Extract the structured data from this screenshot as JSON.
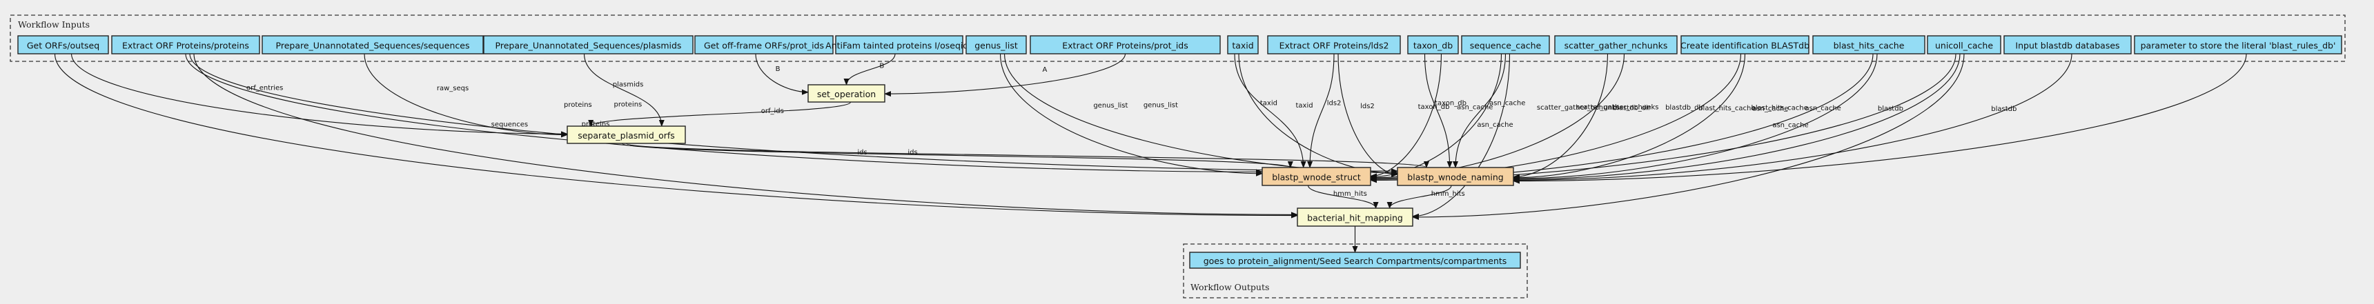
{
  "clusters": {
    "inputs_label": "Workflow Inputs",
    "outputs_label": "Workflow Outputs"
  },
  "inputs": [
    {
      "id": "get_orfs_outseq",
      "label": "Get ORFs/outseq"
    },
    {
      "id": "extract_orf_proteins",
      "label": "Extract ORF Proteins/proteins"
    },
    {
      "id": "prep_sequences",
      "label": "Prepare_Unannotated_Sequences/sequences"
    },
    {
      "id": "prep_plasmids",
      "label": "Prepare_Unannotated_Sequences/plasmids"
    },
    {
      "id": "offframe_prot_ids",
      "label": "Get off-frame ORFs/prot_ids"
    },
    {
      "id": "antifam_oseqids",
      "label": "AntiFam tainted proteins I/oseqids"
    },
    {
      "id": "genus_list",
      "label": "genus_list"
    },
    {
      "id": "extract_prot_ids",
      "label": "Extract ORF Proteins/prot_ids"
    },
    {
      "id": "taxid",
      "label": "taxid"
    },
    {
      "id": "extract_lds2",
      "label": "Extract ORF Proteins/lds2"
    },
    {
      "id": "taxon_db",
      "label": "taxon_db"
    },
    {
      "id": "sequence_cache",
      "label": "sequence_cache"
    },
    {
      "id": "scatter_gather_nchunks",
      "label": "scatter_gather_nchunks"
    },
    {
      "id": "create_blastdb",
      "label": "Create identification BLASTdb"
    },
    {
      "id": "blast_hits_cache",
      "label": "blast_hits_cache"
    },
    {
      "id": "unicoll_cache",
      "label": "unicoll_cache"
    },
    {
      "id": "input_blastdb",
      "label": "Input blastdb databases"
    },
    {
      "id": "blast_rules_param",
      "label": "parameter to store the literal 'blast_rules_db'"
    }
  ],
  "steps": [
    {
      "id": "set_operation",
      "label": "set_operation",
      "kind": "step"
    },
    {
      "id": "separate_plasmid_orfs",
      "label": "separate_plasmid_orfs",
      "kind": "step"
    },
    {
      "id": "blastp_wnode_struct",
      "label": "blastp_wnode_struct",
      "kind": "subworkflow"
    },
    {
      "id": "blastp_wnode_naming",
      "label": "blastp_wnode_naming",
      "kind": "subworkflow"
    },
    {
      "id": "bacterial_hit_mapping",
      "label": "bacterial_hit_mapping",
      "kind": "step"
    }
  ],
  "outputs": [
    {
      "id": "out_compartments",
      "label": "goes to protein_alignment/Seed Search Compartments/compartments"
    }
  ],
  "edges": [
    {
      "from": "offframe_prot_ids",
      "to": "set_operation",
      "label": "B"
    },
    {
      "from": "antifam_oseqids",
      "to": "set_operation",
      "label": "B"
    },
    {
      "from": "extract_prot_ids",
      "to": "set_operation",
      "label": "A"
    },
    {
      "from": "set_operation",
      "to": "separate_plasmid_orfs",
      "label": "orf_ids"
    },
    {
      "from": "get_orfs_outseq",
      "to": "separate_plasmid_orfs",
      "label": "orf_entries"
    },
    {
      "from": "prep_sequences",
      "to": "separate_plasmid_orfs",
      "label": "raw_seqs"
    },
    {
      "from": "prep_plasmids",
      "to": "separate_plasmid_orfs",
      "label": "plasmids"
    },
    {
      "from": "extract_orf_proteins",
      "to": "blastp_wnode_struct",
      "label": "proteins"
    },
    {
      "from": "extract_orf_proteins",
      "to": "blastp_wnode_naming",
      "label": "proteins"
    },
    {
      "from": "extract_orf_proteins",
      "to": "bacterial_hit_mapping",
      "label": "proteins"
    },
    {
      "from": "get_orfs_outseq",
      "to": "bacterial_hit_mapping",
      "label": "sequences"
    },
    {
      "from": "separate_plasmid_orfs",
      "to": "blastp_wnode_struct",
      "label": "ids"
    },
    {
      "from": "separate_plasmid_orfs",
      "to": "blastp_wnode_naming",
      "label": "ids"
    },
    {
      "from": "genus_list",
      "to": "blastp_wnode_struct",
      "label": "genus_list"
    },
    {
      "from": "genus_list",
      "to": "blastp_wnode_naming",
      "label": "genus_list"
    },
    {
      "from": "taxid",
      "to": "blastp_wnode_struct",
      "label": "taxid"
    },
    {
      "from": "taxid",
      "to": "blastp_wnode_naming",
      "label": "taxid"
    },
    {
      "from": "extract_lds2",
      "to": "blastp_wnode_struct",
      "label": "lds2"
    },
    {
      "from": "extract_lds2",
      "to": "blastp_wnode_naming",
      "label": "lds2"
    },
    {
      "from": "taxon_db",
      "to": "blastp_wnode_struct",
      "label": "taxon_db"
    },
    {
      "from": "taxon_db",
      "to": "blastp_wnode_naming",
      "label": "taxon_db"
    },
    {
      "from": "sequence_cache",
      "to": "blastp_wnode_struct",
      "label": "asn_cache"
    },
    {
      "from": "sequence_cache",
      "to": "blastp_wnode_naming",
      "label": "asn_cache"
    },
    {
      "from": "sequence_cache",
      "to": "bacterial_hit_mapping",
      "label": "asn_cache"
    },
    {
      "from": "scatter_gather_nchunks",
      "to": "blastp_wnode_struct",
      "label": "scatter_gather_nchunks"
    },
    {
      "from": "scatter_gather_nchunks",
      "to": "blastp_wnode_naming",
      "label": "scatter_gather_nchunks"
    },
    {
      "from": "create_blastdb",
      "to": "blastp_wnode_struct",
      "label": "blastdb_dir"
    },
    {
      "from": "create_blastdb",
      "to": "blastp_wnode_naming",
      "label": "blastdb_dir"
    },
    {
      "from": "blast_hits_cache",
      "to": "blastp_wnode_struct",
      "label": "blast_hits_cache"
    },
    {
      "from": "blast_hits_cache",
      "to": "blastp_wnode_naming",
      "label": "blast_hits_cache"
    },
    {
      "from": "unicoll_cache",
      "to": "blastp_wnode_struct",
      "label": "asn_cache"
    },
    {
      "from": "unicoll_cache",
      "to": "blastp_wnode_naming",
      "label": "asn_cache"
    },
    {
      "from": "unicoll_cache",
      "to": "bacterial_hit_mapping",
      "label": "asn_cache"
    },
    {
      "from": "input_blastdb",
      "to": "blastp_wnode_naming",
      "label": "blastdb"
    },
    {
      "from": "blast_rules_param",
      "to": "blastp_wnode_naming",
      "label": "blastdb"
    },
    {
      "from": "blastp_wnode_struct",
      "to": "bacterial_hit_mapping",
      "label": "hmm_hits"
    },
    {
      "from": "blastp_wnode_naming",
      "to": "bacterial_hit_mapping",
      "label": "hmm_hits"
    },
    {
      "from": "bacterial_hit_mapping",
      "to": "out_compartments",
      "label": ""
    }
  ]
}
